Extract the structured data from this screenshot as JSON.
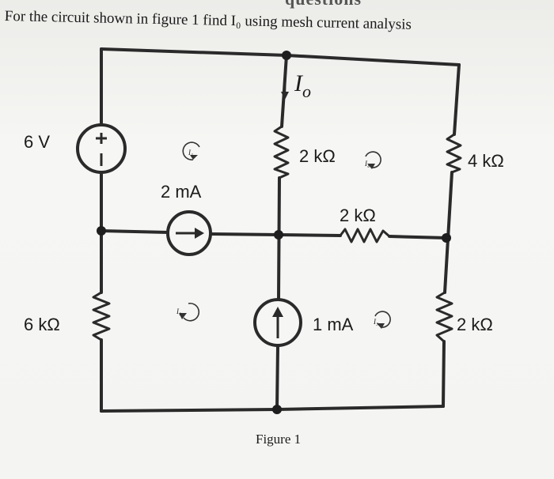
{
  "header_banner": "questions",
  "question": "For the circuit shown in figure 1 find I₀ using mesh current analysis",
  "figure_caption": "Figure 1",
  "labels": {
    "voltage_source": "6 V",
    "current_label": "I",
    "current_subscript": "o",
    "r_top_middle": "2 kΩ",
    "r_right_top": "4 kΩ",
    "current_source_left": "2 mA",
    "r_middle_horizontal": "2 kΩ",
    "r_left_bottom": "6 kΩ",
    "current_source_bottom": "1 mA",
    "r_right_bottom": "2 kΩ"
  },
  "mesh_tags": [
    "I₁",
    "I₂",
    "I₃",
    "I₄"
  ],
  "colors": {
    "wire": "#2a2a2a",
    "ink": "#1b1b1b",
    "background": "#f4f4f2"
  }
}
